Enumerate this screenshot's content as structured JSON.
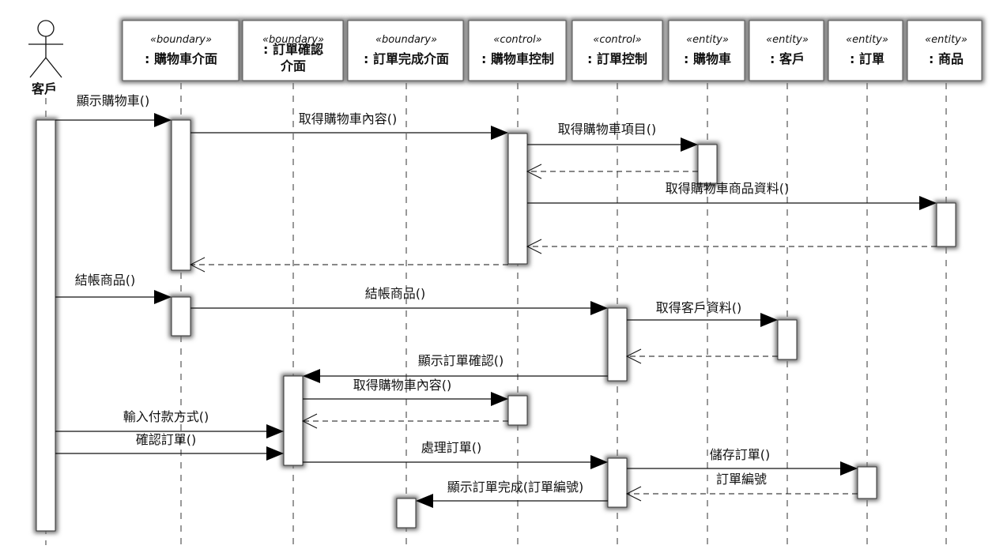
{
  "actor": {
    "name": "客戶"
  },
  "participants": [
    {
      "id": "cart_ui",
      "stereotype": "«boundary»",
      "name": ": 購物車介面"
    },
    {
      "id": "confirm_ui",
      "stereotype": "«boundary»",
      "name": ": 訂單確認介面"
    },
    {
      "id": "done_ui",
      "stereotype": "«boundary»",
      "name": ": 訂單完成介面"
    },
    {
      "id": "cart_ctrl",
      "stereotype": "«control»",
      "name": ": 購物車控制"
    },
    {
      "id": "order_ctrl",
      "stereotype": "«control»",
      "name": ": 訂單控制"
    },
    {
      "id": "cart",
      "stereotype": "«entity»",
      "name": ": 購物車"
    },
    {
      "id": "customer",
      "stereotype": "«entity»",
      "name": ": 客戶"
    },
    {
      "id": "order",
      "stereotype": "«entity»",
      "name": ": 訂單"
    },
    {
      "id": "product",
      "stereotype": "«entity»",
      "name": ": 商品"
    }
  ],
  "messages": [
    {
      "from": "actor",
      "to": "cart_ui",
      "label": "顯示購物車()",
      "type": "call"
    },
    {
      "from": "cart_ui",
      "to": "cart_ctrl",
      "label": "取得購物車內容()",
      "type": "call"
    },
    {
      "from": "cart_ctrl",
      "to": "cart",
      "label": "取得購物車項目()",
      "type": "call"
    },
    {
      "from": "cart",
      "to": "cart_ctrl",
      "label": "",
      "type": "return"
    },
    {
      "from": "cart_ctrl",
      "to": "product",
      "label": "取得購物車商品資料()",
      "type": "call"
    },
    {
      "from": "product",
      "to": "cart_ctrl",
      "label": "",
      "type": "return"
    },
    {
      "from": "cart_ctrl",
      "to": "cart_ui",
      "label": "",
      "type": "return"
    },
    {
      "from": "actor",
      "to": "cart_ui",
      "label": "結帳商品()",
      "type": "call"
    },
    {
      "from": "cart_ui",
      "to": "order_ctrl",
      "label": "結帳商品()",
      "type": "call"
    },
    {
      "from": "order_ctrl",
      "to": "customer",
      "label": "取得客戶資料()",
      "type": "call"
    },
    {
      "from": "customer",
      "to": "order_ctrl",
      "label": "",
      "type": "return"
    },
    {
      "from": "order_ctrl",
      "to": "confirm_ui",
      "label": "顯示訂單確認()",
      "type": "call"
    },
    {
      "from": "confirm_ui",
      "to": "cart_ctrl",
      "label": "取得購物車內容()",
      "type": "call"
    },
    {
      "from": "cart_ctrl",
      "to": "confirm_ui",
      "label": "",
      "type": "return"
    },
    {
      "from": "actor",
      "to": "confirm_ui",
      "label": "輸入付款方式()",
      "type": "call"
    },
    {
      "from": "actor",
      "to": "confirm_ui",
      "label": "確認訂單()",
      "type": "call"
    },
    {
      "from": "confirm_ui",
      "to": "order_ctrl",
      "label": "處理訂單()",
      "type": "call"
    },
    {
      "from": "order_ctrl",
      "to": "order",
      "label": "儲存訂單()",
      "type": "call"
    },
    {
      "from": "order",
      "to": "order_ctrl",
      "label": "訂單編號",
      "type": "return"
    },
    {
      "from": "order_ctrl",
      "to": "done_ui",
      "label": "顯示訂單完成(訂單編號)",
      "type": "call"
    }
  ]
}
